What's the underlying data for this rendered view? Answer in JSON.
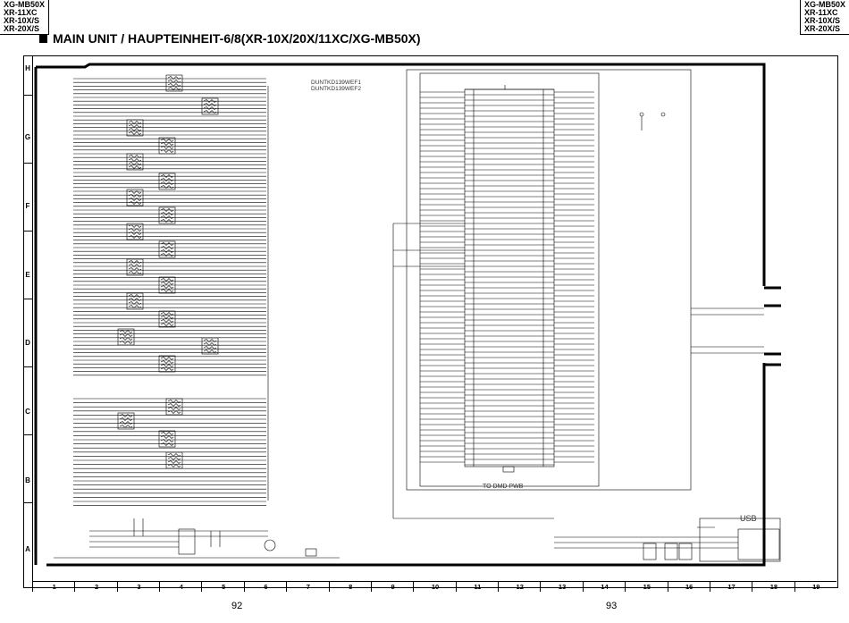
{
  "header": {
    "models_left": [
      "XG-MB50X",
      "XR-11XC",
      "XR-10X/S",
      "XR-20X/S"
    ],
    "models_right": [
      "XG-MB50X",
      "XR-11XC",
      "XR-10X/S",
      "XR-20X/S"
    ],
    "title": "MAIN UNIT / HAUPTEINHEIT-6/8(XR-10X/20X/11XC/XG-MB50X)"
  },
  "grid": {
    "rows": [
      "H",
      "G",
      "F",
      "E",
      "D",
      "C",
      "B",
      "A"
    ],
    "columns": [
      "1",
      "2",
      "3",
      "4",
      "5",
      "6",
      "7",
      "8",
      "9",
      "10",
      "11",
      "12",
      "13",
      "14",
      "15",
      "16",
      "17",
      "18",
      "19"
    ]
  },
  "schematic": {
    "board_ref": [
      "DUNTKD139WEF1",
      "DUNTKD139WEF2"
    ],
    "connector_label": "TO DMD PWB",
    "usb_label": "USB"
  },
  "footer": {
    "page_left": "92",
    "page_right": "93"
  }
}
